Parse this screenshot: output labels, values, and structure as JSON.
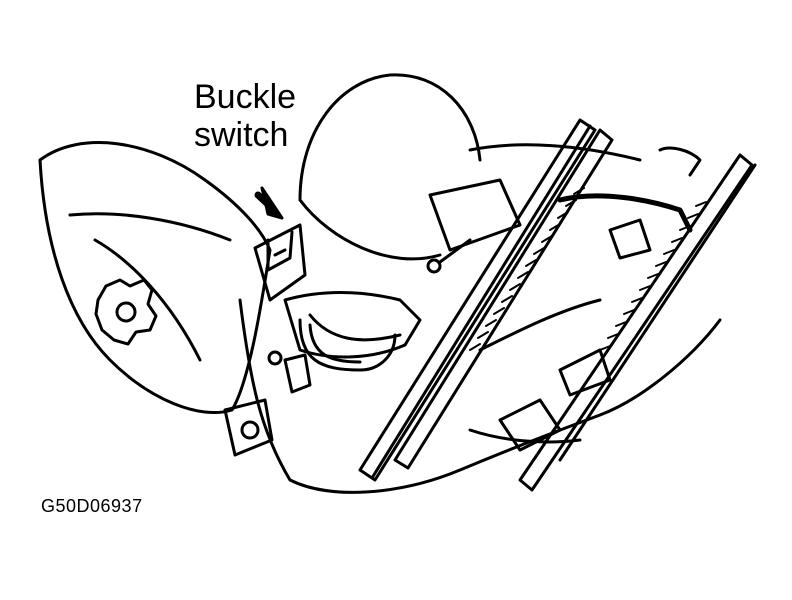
{
  "callout": {
    "line1": "Buckle",
    "line2": "switch"
  },
  "figure_id": "G50D06937",
  "colors": {
    "ink": "#000000",
    "paper": "#ffffff"
  }
}
